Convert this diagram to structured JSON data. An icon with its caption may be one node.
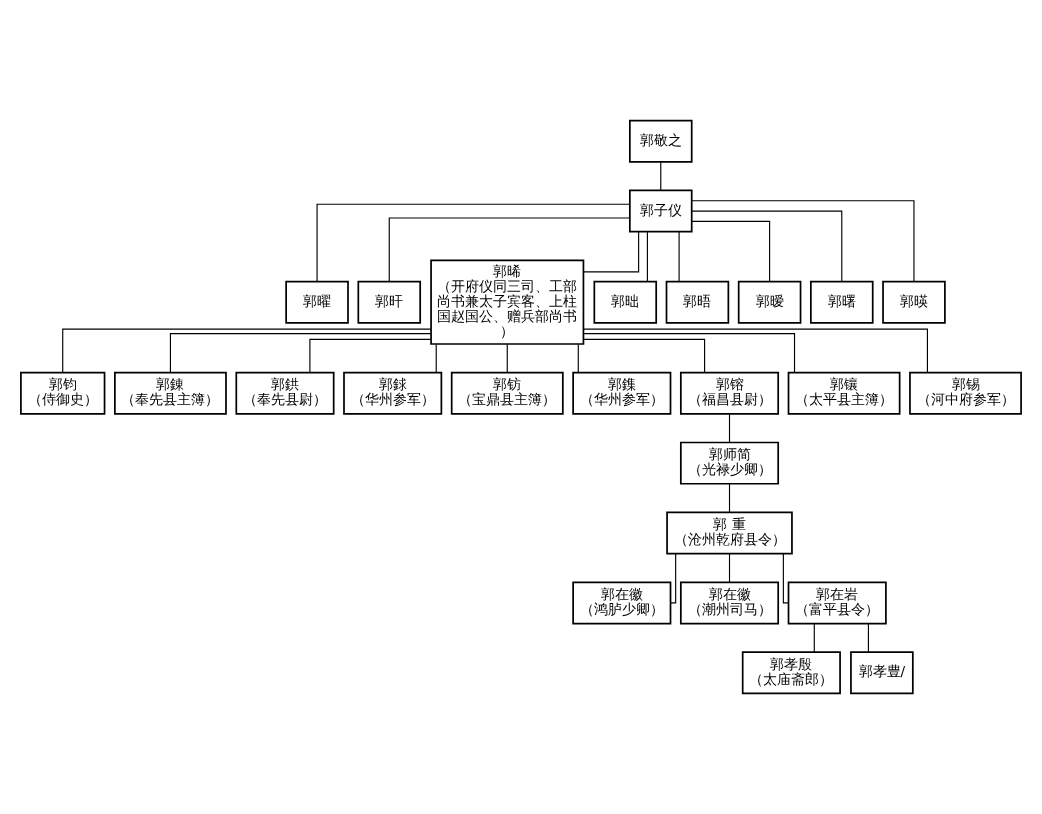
{
  "diagram": {
    "nodes": [
      {
        "text": [
          "郭敬之"
        ]
      },
      {
        "text": [
          "郭子仪"
        ]
      },
      {
        "text": [
          "郭曜"
        ]
      },
      {
        "text": [
          "郭旰"
        ]
      },
      {
        "text": [
          "郭晞",
          "（开府仪同三司、工部尚书兼太子宾客、上柱国赵国公、赠兵部尚书）"
        ]
      },
      {
        "text": [
          "郭昢"
        ]
      },
      {
        "text": [
          "郭晤"
        ]
      },
      {
        "text": [
          "郭暧"
        ]
      },
      {
        "text": [
          "郭曙"
        ]
      },
      {
        "text": [
          "郭暎"
        ]
      },
      {
        "text": [
          "郭钧",
          "（侍御史）"
        ]
      },
      {
        "text": [
          "郭錬",
          "（奉先县主簿）"
        ]
      },
      {
        "text": [
          "郭鉷",
          "（奉先县尉）"
        ]
      },
      {
        "text": [
          "郭銶",
          "（华州参军）"
        ]
      },
      {
        "text": [
          "郭钫",
          "（宝鼎县主簿）"
        ]
      },
      {
        "text": [
          "郭鏶",
          "（华州参军）"
        ]
      },
      {
        "text": [
          "郭镕",
          "（福昌县尉）"
        ]
      },
      {
        "text": [
          "郭镶",
          "（太平县主簿）"
        ]
      },
      {
        "text": [
          "郭锡",
          "（河中府参军）"
        ]
      },
      {
        "text": [
          "郭师简",
          "（光禄少卿）"
        ]
      },
      {
        "text": [
          "郭 重",
          "（沧州乾府县令）"
        ]
      },
      {
        "text": [
          "郭在徽",
          "（鸿胪少卿）"
        ]
      },
      {
        "text": [
          "郭在徽",
          "（潮州司马）"
        ]
      },
      {
        "text": [
          "郭在岩",
          "（富平县令）"
        ]
      },
      {
        "text": [
          "郭孝殷",
          "（太庙斋郎）"
        ]
      },
      {
        "text": [
          "郭孝豊/"
        ]
      }
    ],
    "edges": [
      {
        "from": 0,
        "to": 1,
        "arrow": "none"
      },
      {
        "from": 1,
        "to": 2,
        "arrow": "none"
      },
      {
        "from": 1,
        "to": 3,
        "arrow": "none"
      },
      {
        "from": 1,
        "to": 4,
        "arrow": "none"
      },
      {
        "from": 1,
        "to": 5,
        "arrow": "none"
      },
      {
        "from": 1,
        "to": 6,
        "arrow": "none"
      },
      {
        "from": 1,
        "to": 7,
        "arrow": "none"
      },
      {
        "from": 1,
        "to": 8,
        "arrow": "none"
      },
      {
        "from": 1,
        "to": 9,
        "arrow": "none"
      },
      {
        "from": 4,
        "to": 10,
        "arrow": "none"
      },
      {
        "from": 4,
        "to": 11,
        "arrow": "none"
      },
      {
        "from": 4,
        "to": 12,
        "arrow": "none"
      },
      {
        "from": 4,
        "to": 13,
        "arrow": "none"
      },
      {
        "from": 4,
        "to": 14,
        "arrow": "none"
      },
      {
        "from": 4,
        "to": 15,
        "arrow": "none"
      },
      {
        "from": 4,
        "to": 16,
        "arrow": "none"
      },
      {
        "from": 4,
        "to": 17,
        "arrow": "none"
      },
      {
        "from": 4,
        "to": 18,
        "arrow": "none"
      },
      {
        "from": 16,
        "to": 19,
        "arrow": "none"
      },
      {
        "from": 19,
        "to": 20,
        "arrow": "none"
      },
      {
        "from": 20,
        "to": 21,
        "arrow": "none"
      },
      {
        "from": 20,
        "to": 22,
        "arrow": "none"
      },
      {
        "from": 20,
        "to": 23,
        "arrow": "none"
      },
      {
        "from": 23,
        "to": 24,
        "arrow": "none"
      },
      {
        "from": 23,
        "to": 25,
        "arrow": "none"
      }
    ]
  }
}
